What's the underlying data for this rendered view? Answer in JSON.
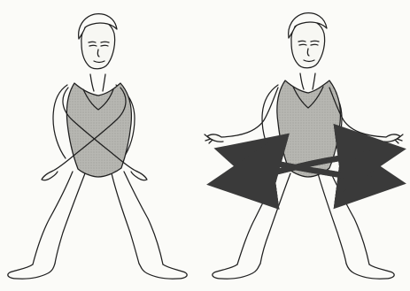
{
  "palette": {
    "paper": "#fbfbf8",
    "ink": "#1f1f1f",
    "leotard": "#b7b7b2",
    "leotard_shadow": "#9a9a95",
    "skin": "#f7f7f3",
    "arrow": "#3a3a3a"
  },
  "figures": [
    {
      "name": "figure-arms-crossed",
      "pose": "plie-arms-crossed"
    },
    {
      "name": "figure-arms-open",
      "pose": "plie-arms-open",
      "arrows": "crossed-double-headed"
    }
  ]
}
